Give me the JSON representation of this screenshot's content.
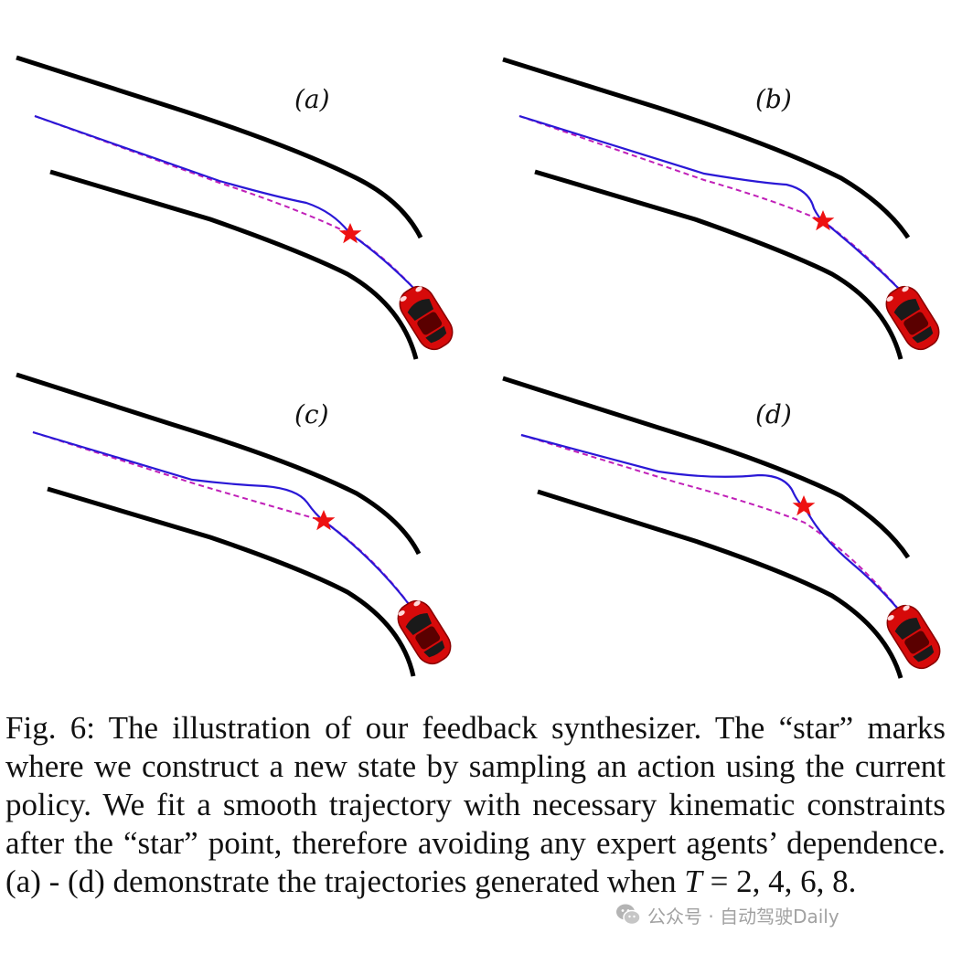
{
  "figure": {
    "panels": [
      {
        "label": "(a)"
      },
      {
        "label": "(b)"
      },
      {
        "label": "(c)"
      },
      {
        "label": "(d)"
      }
    ],
    "colors": {
      "road_edge": "#000000",
      "trajectory": "#2a18d6",
      "expert_path": "#c020b8",
      "star": "#ee1111",
      "car": "#d60a0a"
    },
    "icons": [
      "road-edge",
      "trajectory-line",
      "expert-dashed-line",
      "star-marker",
      "red-car-icon"
    ]
  },
  "caption": {
    "fig_label": "Fig. 6:",
    "text_1": " The illustration of our feedback synthesizer. The “star” marks where we construct a new state by sampling an action using the current policy. We fit a smooth trajectory with necessary kinematic constraints after the “star” point, therefore avoiding any expert agents’ dependence. (a) - (d) demonstrate the trajectories generated when ",
    "math_T": "T",
    "text_2": " = 2, 4, 6, 8."
  },
  "watermark": {
    "text": "公众号 · 自动驾驶Daily"
  }
}
